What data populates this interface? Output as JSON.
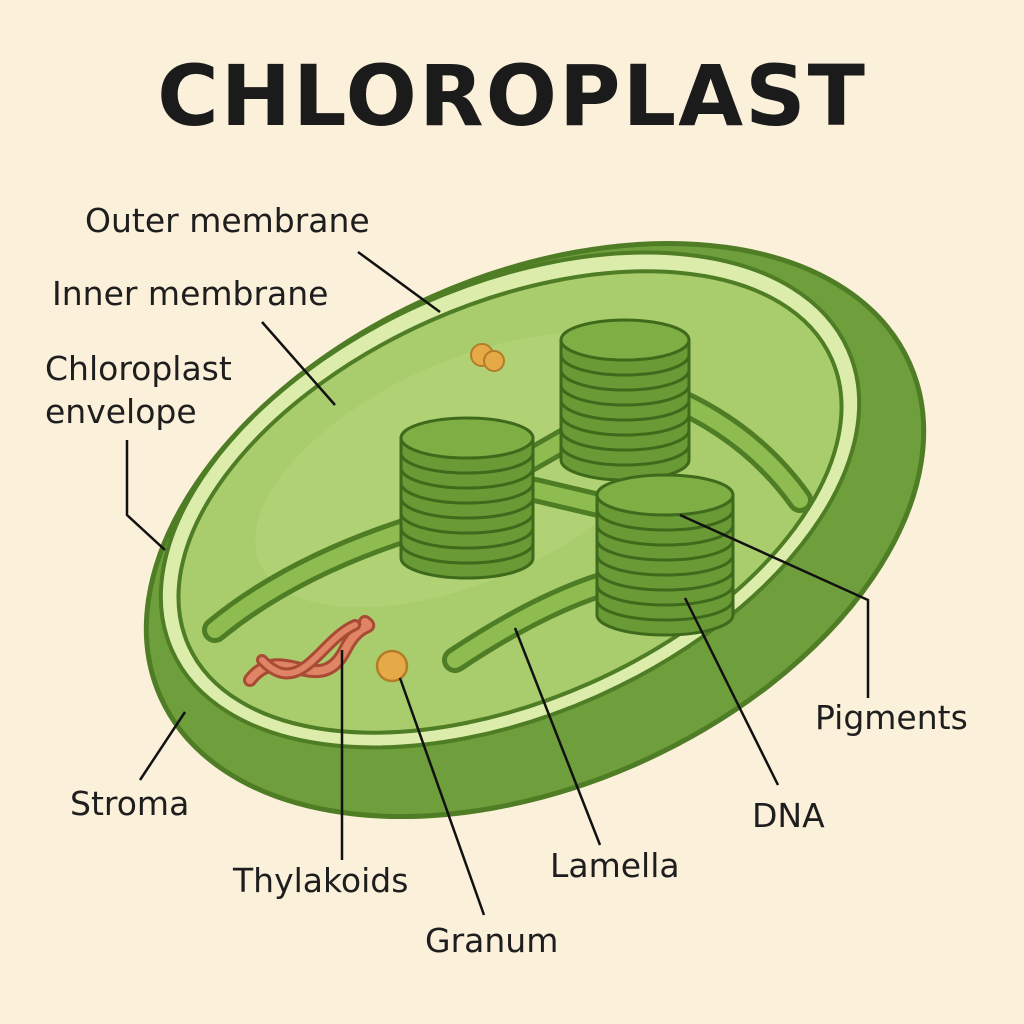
{
  "title": "CHLOROPLAST",
  "labels": {
    "outer_membrane": "Outer membrane",
    "inner_membrane": "Inner membrane",
    "envelope_line1": "Chloroplast",
    "envelope_line2": "envelope",
    "stroma": "Stroma",
    "thylakoids": "Thylakoids",
    "granum": "Granum",
    "lamella": "Lamella",
    "dna": "DNA",
    "pigments": "Pigments"
  },
  "colors": {
    "background": "#fbf0da",
    "outer_green": "#6f9e3c",
    "membrane_light": "#dcecaa",
    "stroma_green": "#a9cd6c",
    "granum_green": "#6a9a35",
    "dna_orange": "#d9775a",
    "dot_orange": "#e6a947"
  }
}
